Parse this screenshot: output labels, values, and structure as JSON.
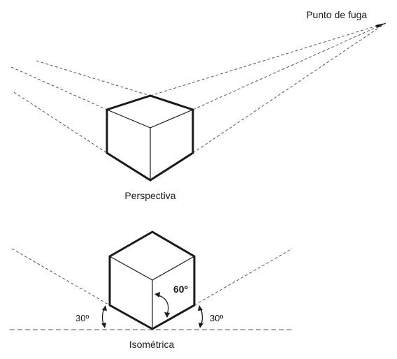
{
  "labels": {
    "vanishing_point": "Punto de fuga",
    "perspective": "Perspectiva",
    "isometric": "Isométrica",
    "angle_top": "60º",
    "angle_left": "30º",
    "angle_right": "30º"
  },
  "colors": {
    "stroke": "#1a1a1a",
    "dashed": "#555555",
    "background": "#ffffff"
  }
}
